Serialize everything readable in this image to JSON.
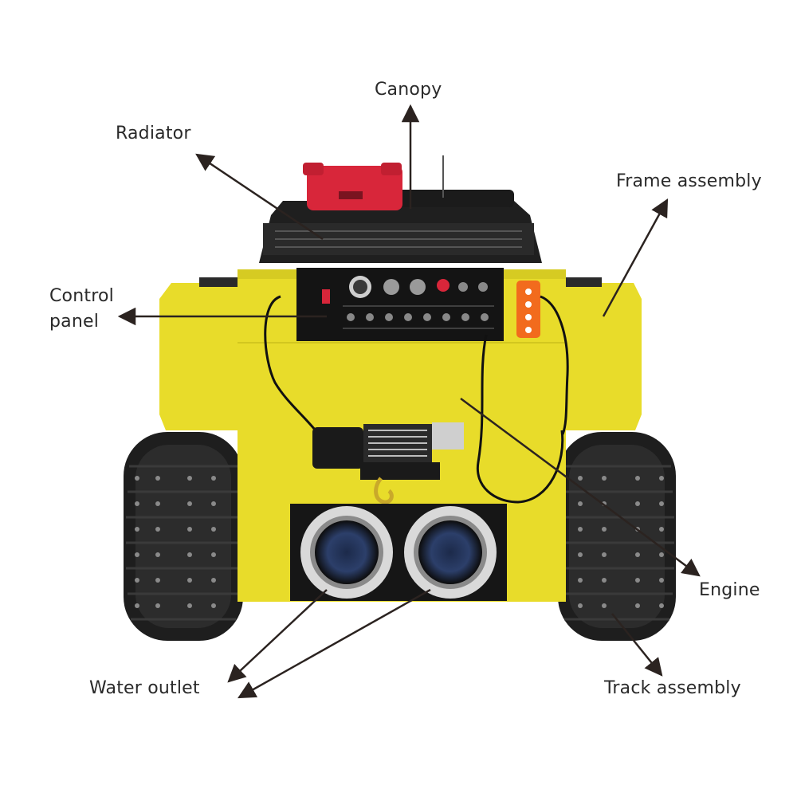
{
  "labels": {
    "canopy": "Canopy",
    "radiator": "Radiator",
    "frame_assembly": "Frame assembly",
    "control_panel": "Control\npanel",
    "engine": "Engine",
    "water_outlet": "Water outlet",
    "track_assembly": "Track assembly"
  },
  "colors": {
    "body_yellow": "#e8dc2a",
    "track_black": "#1e1e1e",
    "leader_line": "#2b2320",
    "tank_red": "#d8263a",
    "label_text": "#2a2a2a"
  }
}
